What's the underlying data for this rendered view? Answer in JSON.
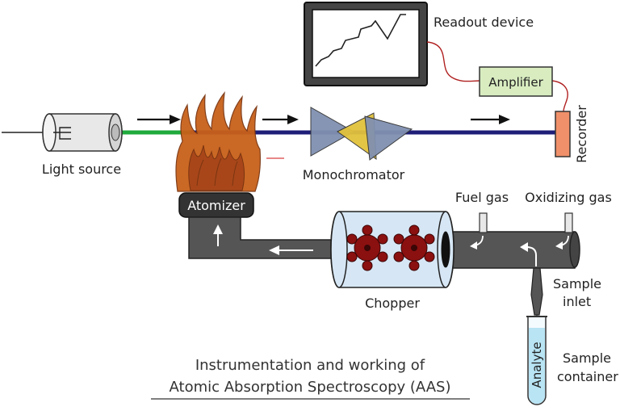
{
  "labels": {
    "light_source": "Light source",
    "monochromator": "Monochromator",
    "atomizer": "Atomizer",
    "chopper": "Chopper",
    "fuel_gas": "Fuel gas",
    "oxidizing_gas": "Oxidizing gas",
    "sample_inlet_line1": "Sample",
    "sample_inlet_line2": "inlet",
    "sample_container_line1": "Sample",
    "sample_container_line2": "container",
    "analyte": "Analyte",
    "readout_device": "Readout device",
    "amplifier": "Amplifier",
    "recorder": "Recorder"
  },
  "title": {
    "line1": "Instrumentation and working of",
    "line2": "Atomic Absorption Spectroscopy (AAS)"
  },
  "colors": {
    "green_beam": "#1faa3c",
    "blue_beam": "#1e1e78",
    "flame_fill": "#c8601a",
    "flame_stroke": "#7a3510",
    "prism": "#8090b0",
    "prism_yellow": "#e2c23c",
    "chopper_gear": "#8b1010",
    "tube_gray": "#555555",
    "amplifier_fill": "#d8ecc0",
    "recorder_fill": "#f0906a",
    "wire": "#b02020",
    "analyte_fill": "#b8e4f4"
  }
}
